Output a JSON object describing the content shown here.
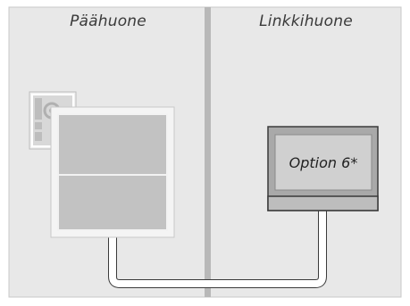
{
  "diagram": {
    "rooms": {
      "main_room_label": "Päähuone",
      "link_room_label": "Linkkihuone"
    },
    "link_room_tv": {
      "screen_label": "Option 6*"
    }
  },
  "colors": {
    "background": "#e8e8e8",
    "divider": "#b8b8b8",
    "frame_border": "#c8c8c8",
    "panel_fill": "#c2c2c2",
    "panel_border": "#f2f2f2",
    "tv_body": "#a9a9a9",
    "tv_screen": "#d0d0d0",
    "tv_stand": "#bdbdbd",
    "cable": "#3a3a3a",
    "cable_fill": "#ffffff"
  }
}
